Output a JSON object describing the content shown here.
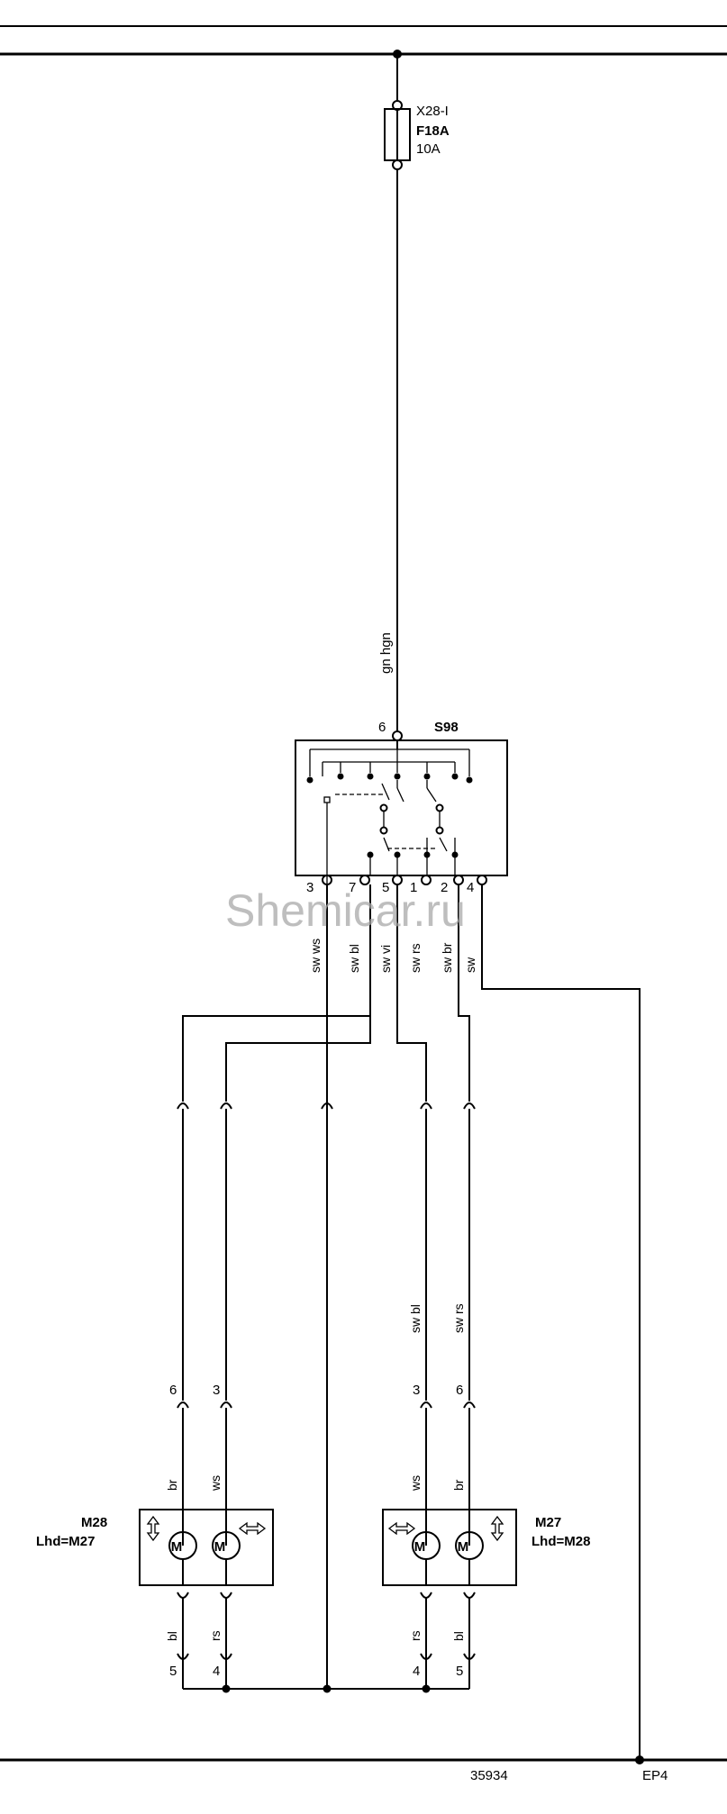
{
  "fuse": {
    "connector": "X28-I",
    "id": "F18A",
    "rating": "10A"
  },
  "main_wire": "gn hgn",
  "switch": {
    "id": "S98",
    "input_pin": "6",
    "output_pins": [
      "3",
      "7",
      "5",
      "1",
      "2",
      "4"
    ]
  },
  "switch_wires": [
    "sw ws",
    "sw bl",
    "sw vi",
    "sw rs",
    "sw br",
    "sw"
  ],
  "watermark": "Shemicar.ru",
  "right_wires": [
    "sw bl",
    "sw rs"
  ],
  "motor_left": {
    "label1": "M28",
    "label2": "Lhd=M27",
    "top_pins": [
      "6",
      "3"
    ],
    "top_wires": [
      "br",
      "ws"
    ],
    "bottom_wires": [
      "bl",
      "rs"
    ],
    "bottom_pins": [
      "5",
      "4"
    ],
    "motor_symbol": "M"
  },
  "motor_right": {
    "label1": "M27",
    "label2": "Lhd=M28",
    "top_pins": [
      "3",
      "6"
    ],
    "top_wires": [
      "ws",
      "br"
    ],
    "bottom_wires": [
      "rs",
      "bl"
    ],
    "bottom_pins": [
      "4",
      "5"
    ],
    "motor_symbol": "M"
  },
  "footer": {
    "code": "35934",
    "ground": "EP4"
  }
}
